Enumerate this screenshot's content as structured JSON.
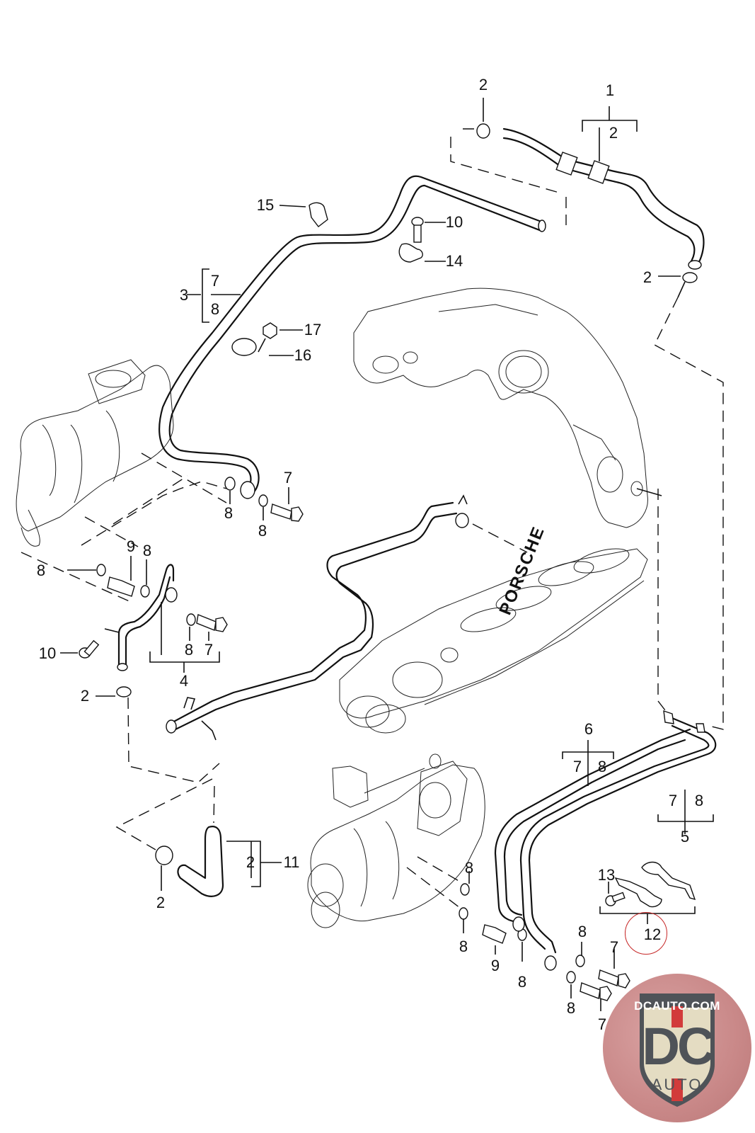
{
  "diagram": {
    "subject": "Porsche turbocharger coolant / oil line assembly exploded view",
    "engine_cover_text": "PORSCHE",
    "highlighted_callout": "12",
    "highlight_color": "#c62828",
    "callouts": {
      "c1": "1",
      "c1_sub2": "2",
      "c2_top": "2",
      "c2_right": "2",
      "c2_left_mid": "2",
      "c2_bottom": "2",
      "c3": "3",
      "c3_7": "7",
      "c3_8": "8",
      "c4": "4",
      "c4_8": "8",
      "c4_7": "7",
      "c5": "5",
      "c5_7": "7",
      "c5_8": "8",
      "c6": "6",
      "c6_7": "7",
      "c6_8": "8",
      "c7_upper": "7",
      "c8_upper_a": "8",
      "c8_upper_b": "8",
      "c8_left": "8",
      "c9_left": "9",
      "c8_left_b": "8",
      "c10_left": "10",
      "c10_top": "10",
      "c11": "11",
      "c11_2": "2",
      "c12": "12",
      "c13": "13",
      "c14": "14",
      "c15": "15",
      "c16": "16",
      "c17": "17",
      "c8_turbo_a": "8",
      "c8_turbo_b": "8",
      "c9_bottom": "9",
      "c8_bottom_a": "8",
      "c8_bottom_b": "8",
      "c7_bottom_a": "7",
      "c8_bottom_c": "8",
      "c7_bottom_b": "7"
    }
  },
  "watermark": {
    "site": "DCAUTO.COM",
    "monogram": "DC",
    "word": "AUTO",
    "colors": {
      "red": "#d23b3b",
      "gray": "#4f5358",
      "cream": "#e4dcc2",
      "badge_bg": "#c98888"
    }
  }
}
